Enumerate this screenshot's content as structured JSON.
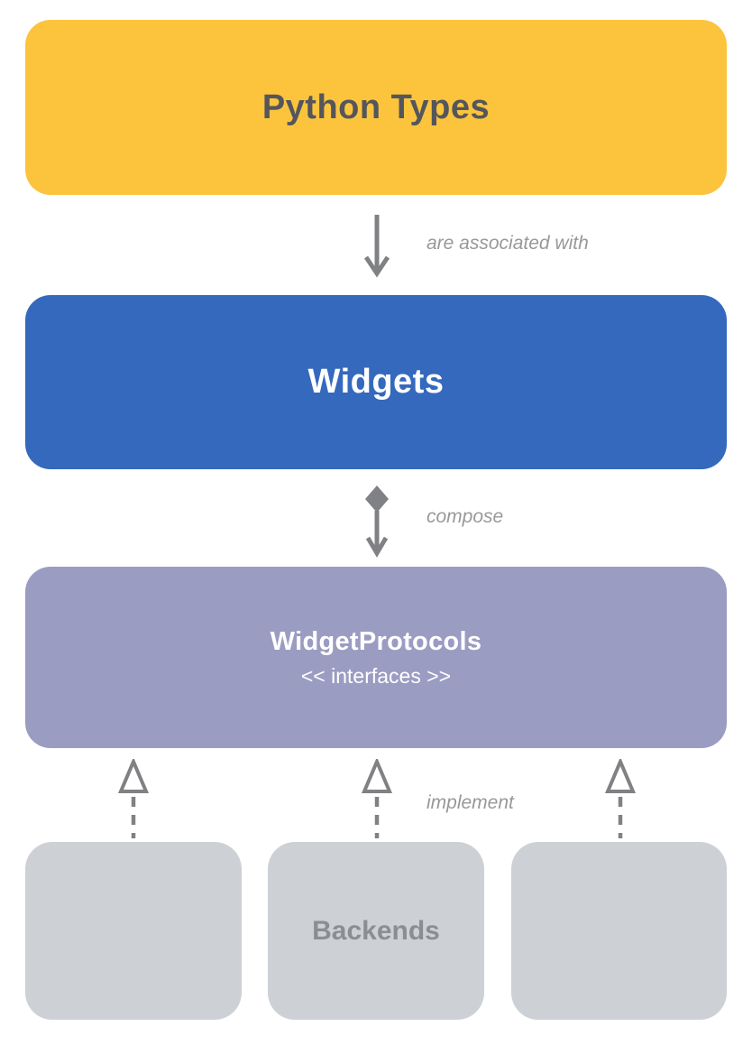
{
  "diagram": {
    "nodes": [
      {
        "id": "python-types",
        "label": "Python Types",
        "color": "#FCC43D",
        "text_color": "#54565C"
      },
      {
        "id": "widgets",
        "label": "Widgets",
        "color": "#3469BD",
        "text_color": "#FFFFFF"
      },
      {
        "id": "widget-protocols",
        "label": "WidgetProtocols",
        "sublabel": "<< interfaces >>",
        "color": "#9B9CC2",
        "text_color": "#FFFFFF"
      },
      {
        "id": "backend-left",
        "label": "",
        "color": "#CDD1D5"
      },
      {
        "id": "backends",
        "label": "Backends",
        "color": "#CDD1D5",
        "text_color": "#8A8D92"
      },
      {
        "id": "backend-right",
        "label": "",
        "color": "#CDD1D5"
      }
    ],
    "edges": [
      {
        "from": "python-types",
        "to": "widgets",
        "label": "are associated with",
        "style": "solid-arrow-down"
      },
      {
        "from": "widgets",
        "to": "widget-protocols",
        "label": "compose",
        "style": "composition-diamond-arrow-down"
      },
      {
        "from": "backends",
        "to": "widget-protocols",
        "label": "implement",
        "style": "dashed-realization-arrow-up",
        "count": 3
      }
    ],
    "arrow_color": "#808184",
    "label_color": "#97989A",
    "background_color": "#FFFFFF"
  }
}
